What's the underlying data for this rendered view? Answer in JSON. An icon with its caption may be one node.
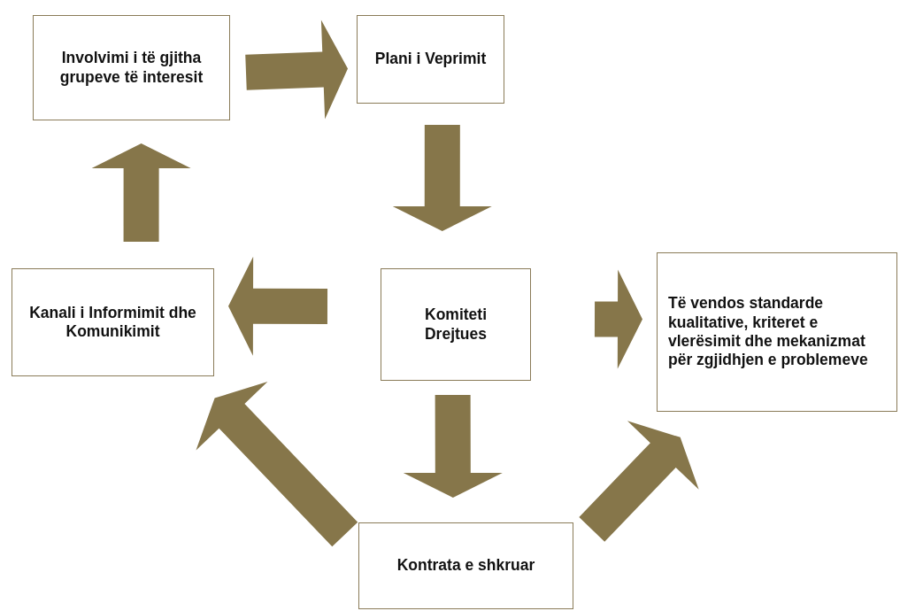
{
  "diagram": {
    "nodes": [
      {
        "text": [
          "Involvimi i të gjitha grupeve të interesit"
        ]
      },
      {
        "text": [
          "Plani i Veprimit"
        ]
      },
      {
        "text": [
          "Kanali i Informimit dhe Komunikimit"
        ]
      },
      {
        "text": [
          "Komiteti Drejtues"
        ]
      },
      {
        "text": [
          "Të vendos standarde kualitative, kriteret e vlerësimit dhe mekanizmat për zgjidhjen e problemeve"
        ]
      },
      {
        "text": [
          "Kontrata e shkruar"
        ]
      }
    ],
    "edges": [
      {
        "from": 0,
        "to": 1,
        "arrow": "to"
      },
      {
        "from": 1,
        "to": 3,
        "arrow": "to"
      },
      {
        "from": 3,
        "to": 2,
        "arrow": "to"
      },
      {
        "from": 2,
        "to": 0,
        "arrow": "to"
      },
      {
        "from": 3,
        "to": 4,
        "arrow": "to"
      },
      {
        "from": 3,
        "to": 5,
        "arrow": "to"
      },
      {
        "from": 5,
        "to": 4,
        "arrow": "to"
      },
      {
        "from": 5,
        "to": 2,
        "arrow": "to"
      }
    ]
  }
}
